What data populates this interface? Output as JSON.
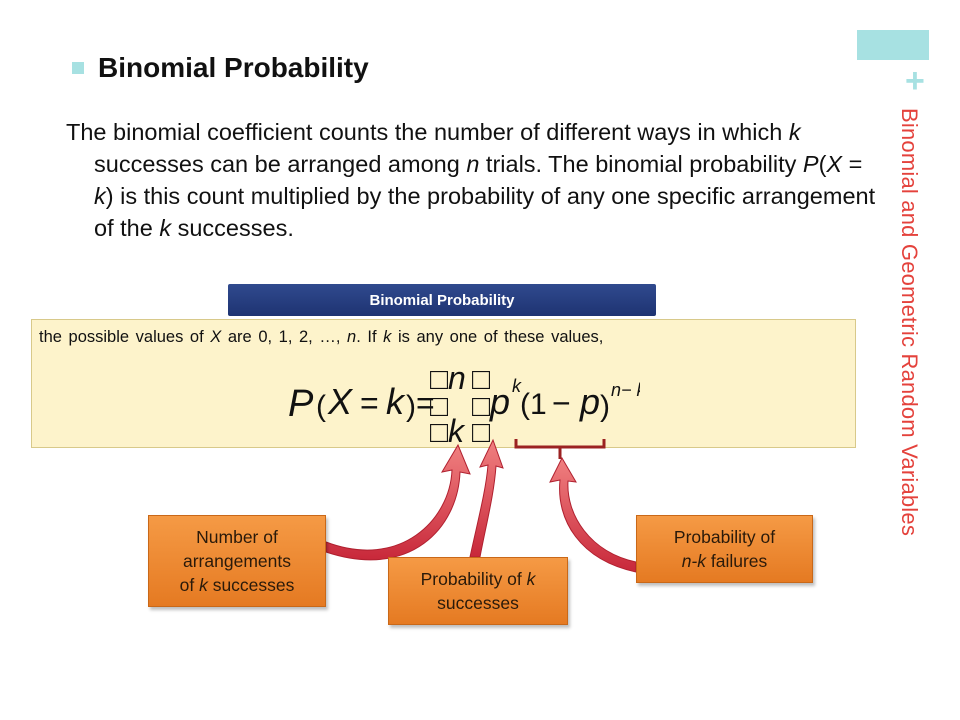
{
  "slide": {
    "side_title": "Binomial and Geometric Random Variables",
    "plus_mark": "+",
    "heading": "Binomial Probability",
    "paragraph": {
      "t1": "The binomial coefficient counts the number of different ways in which ",
      "t2": "k",
      "t3": " successes can be arranged among ",
      "t4": "n",
      "t5": " trials.  The binomial probability ",
      "t6": "P",
      "t7": "(",
      "t8": "X",
      "t9": " = ",
      "t10": "k",
      "t11": ") is this count multiplied by the probability of any one specific arrangement of the ",
      "t12": "k",
      "t13": " successes."
    }
  },
  "definition": {
    "header": "Binomial Probability",
    "text": {
      "t1": "the possible values of ",
      "t2": "X",
      "t3": " are 0, 1, 2, …, ",
      "t4": "n",
      "t5": ". If ",
      "t6": "k",
      "t7": " is any one of these values,"
    },
    "formula": {
      "P": "P",
      "lparen": "(",
      "X": "X",
      "eq": "=",
      "k": "k",
      "rparen": ")",
      "eq2": "=",
      "box": "□",
      "n_top": "n",
      "k_bottom": "k",
      "p": "p",
      "exp_k": "k",
      "paren_one": "(1",
      "minus": "−",
      "p2": "p",
      "close": ")",
      "exp_nk": "n− k"
    }
  },
  "callouts": {
    "arrangements": {
      "l1": "Number of",
      "l2": "arrangements",
      "l3a": "of ",
      "l3b": "k",
      "l3c": " successes"
    },
    "k_successes": {
      "l1a": "Probability of ",
      "l1b": "k",
      "l2": "successes"
    },
    "failures": {
      "l1": "Probability of",
      "l2a": "n-k",
      "l2b": " failures"
    }
  },
  "colors": {
    "accent_teal": "#a7e1e2",
    "side_title_red": "#e4423c",
    "header_navy": "#1e3372",
    "box_cream": "#fdf3cb",
    "callout_orange": "#ef8a30",
    "arrow_red": "#c8283a",
    "brace_red": "#9b2222"
  }
}
